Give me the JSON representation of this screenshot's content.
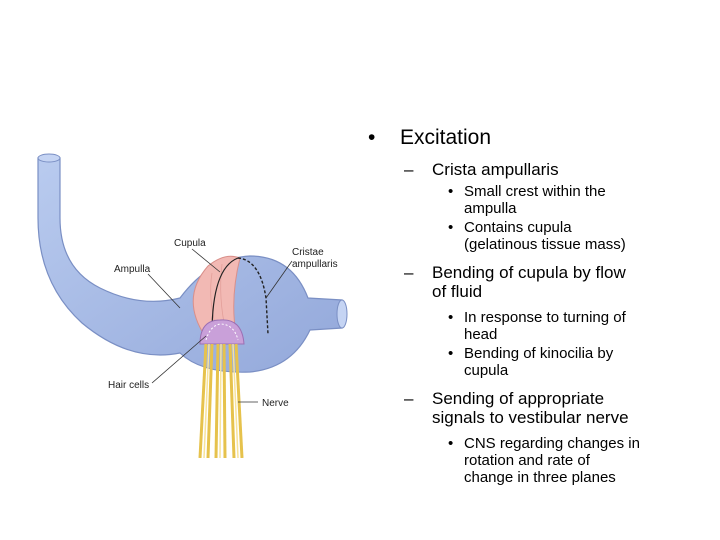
{
  "figure": {
    "labels": {
      "cupula": "Cupula",
      "cristae_line1": "Cristae",
      "cristae_line2": "ampullaris",
      "ampulla": "Ampulla",
      "hair_cells": "Hair cells",
      "nerve": "Nerve"
    },
    "colors": {
      "canal": "#a9bde6",
      "canal_dark": "#8a9fd1",
      "cupula": "#f2b9b4",
      "hair_cells": "#c9a0d9",
      "nerve": "#f3d86a"
    }
  },
  "outline": {
    "heading": "Excitation",
    "sections": [
      {
        "title": "Crista ampullaris",
        "points": [
          {
            "line1": "Small crest within the",
            "line2": "ampulla"
          },
          {
            "line1": "Contains cupula",
            "line2": "(gelatinous tissue mass)"
          }
        ]
      },
      {
        "title_line1": "Bending of cupula by flow",
        "title_line2": "of fluid",
        "points": [
          {
            "line1": "In response to turning of",
            "line2": "head"
          },
          {
            "line1": "Bending of kinocilia by",
            "line2": "cupula"
          }
        ]
      },
      {
        "title_line1": "Sending of appropriate",
        "title_line2": "signals to vestibular nerve",
        "points": [
          {
            "line1": "CNS regarding changes in",
            "line2": "rotation and rate of",
            "line3": "change in three planes"
          }
        ]
      }
    ]
  }
}
